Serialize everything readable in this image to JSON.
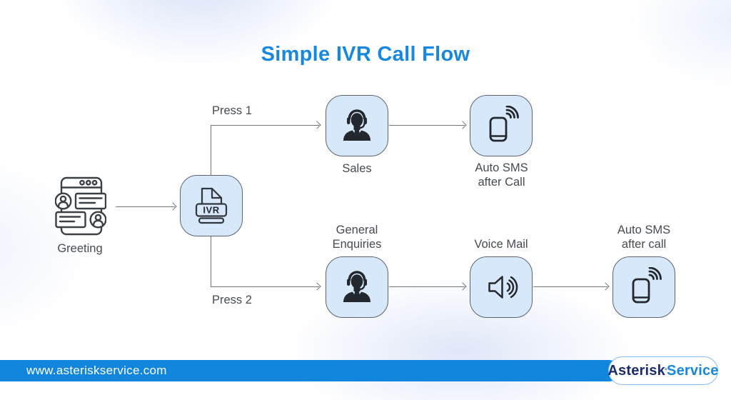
{
  "title": "Simple IVR Call Flow",
  "diagram": {
    "nodes": {
      "greeting": {
        "label": "Greeting",
        "icon": "chat-window-icon"
      },
      "ivr": {
        "label": "IVR",
        "icon": "ivr-document-icon"
      },
      "sales": {
        "label": "Sales",
        "icon": "support-agent-icon"
      },
      "auto_sms_top": {
        "line1": "Auto SMS",
        "line2": "after Call",
        "icon": "phone-sms-icon"
      },
      "general_enquiries": {
        "line1": "General",
        "line2": "Enquiries",
        "icon": "support-agent-icon"
      },
      "voice_mail": {
        "label": "Voice Mail",
        "icon": "speaker-icon"
      },
      "auto_sms_bottom": {
        "line1": "Auto SMS",
        "line2": "after call",
        "icon": "phone-sms-icon"
      }
    },
    "edges": {
      "press1": {
        "label": "Press 1"
      },
      "press2": {
        "label": "Press 2"
      }
    }
  },
  "footer": {
    "website": "www.asteriskservice.com",
    "logo": {
      "part1": "Asterisk",
      "part2": "Service",
      "mark": "*"
    }
  },
  "colors": {
    "title_blue": "#1787E0",
    "node_fill": "#D7E8FA",
    "node_border": "#5C6470",
    "icon_dark": "#23272E",
    "line_gray": "#70757C",
    "label_gray": "#464B52",
    "footer_bar_blue": "#1285DC",
    "logo_navy": "#1B2C6E",
    "logo_blue": "#1787E0"
  }
}
